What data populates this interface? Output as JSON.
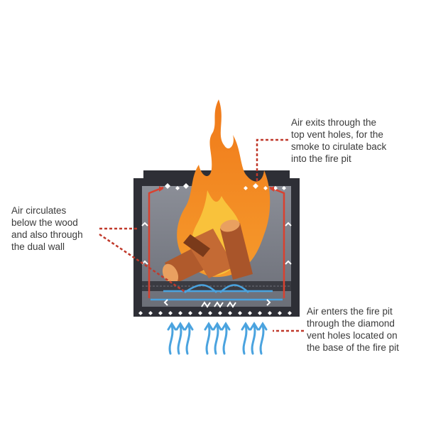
{
  "annotations": {
    "top": {
      "lines": [
        "Air exits through the",
        "top vent holes, for the",
        "smoke to cirulate back",
        "into the fire pit"
      ]
    },
    "left": {
      "lines": [
        "Air circulates",
        "below the wood",
        "and also through",
        "the dual wall"
      ]
    },
    "bottom": {
      "lines": [
        "Air enters the fire pit",
        "through the diamond",
        "vent holes located on",
        "the base of the fire pit"
      ]
    }
  },
  "colors": {
    "text": "#3a3a3a",
    "leader_line": "#c0392b",
    "airflow_red": "#d9412f",
    "airflow_blue": "#4aa3df",
    "pit_frame": "#2e2f36",
    "pit_inner": "#7d808a",
    "flame_orange": "#f38a22",
    "flame_yellow": "#f9c23b",
    "wood": "#b05a2c"
  },
  "icons": [
    "flame-icon",
    "wood-log-icon",
    "air-intake-arrow-icon",
    "diamond-vent-icon"
  ]
}
